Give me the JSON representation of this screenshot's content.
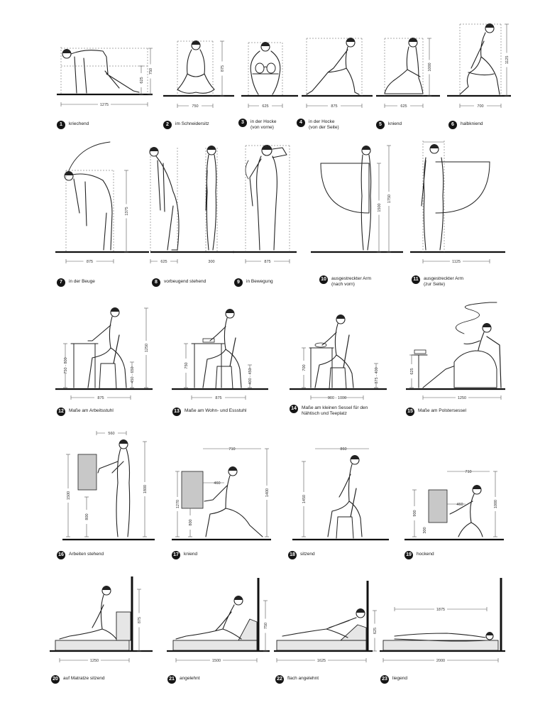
{
  "figures": [
    {
      "num": "1",
      "label": [
        "kriechend"
      ],
      "dims": [
        "1275",
        "625",
        "750"
      ]
    },
    {
      "num": "2",
      "label": [
        "im Schneidersitz"
      ],
      "dims": [
        "750",
        "875"
      ]
    },
    {
      "num": "3",
      "label": [
        "in der Hocke",
        "(von vorne)"
      ],
      "dims": [
        "625"
      ]
    },
    {
      "num": "4",
      "label": [
        "in der Hocke",
        "(von der Seite)"
      ],
      "dims": [
        "875"
      ]
    },
    {
      "num": "5",
      "label": [
        "kniend"
      ],
      "dims": [
        "625",
        "1000"
      ]
    },
    {
      "num": "6",
      "label": [
        "halbkniend"
      ],
      "dims": [
        "700",
        "1125"
      ]
    },
    {
      "num": "7",
      "label": [
        "in der Beuge"
      ],
      "dims": [
        "875",
        "1375"
      ]
    },
    {
      "num": "8",
      "label": [
        "vorbeugend   stehend"
      ],
      "dims": [
        "625",
        "300"
      ]
    },
    {
      "num": "9",
      "label": [
        "in Bewegung"
      ],
      "dims": [
        "875"
      ]
    },
    {
      "num": "10",
      "label": [
        "ausgestreckter Arm",
        "(nach vorn)"
      ],
      "dims": [
        "1500",
        "1750"
      ]
    },
    {
      "num": "11",
      "label": [
        "ausgestreckter Arm",
        "(zur Seite)"
      ],
      "dims": [
        "1125"
      ]
    },
    {
      "num": "12",
      "label": [
        "Maße am Arbeitsstuhl"
      ],
      "dims": [
        "750 - 800",
        "450 - 650",
        "1250",
        "875"
      ]
    },
    {
      "num": "13",
      "label": [
        "Maße am Wohn- und Essstuhl"
      ],
      "dims": [
        "750",
        "400 - 450",
        "875"
      ]
    },
    {
      "num": "14",
      "label": [
        "Maße am kleinen Sessel für den",
        "Nähtisch und Teeplatz"
      ],
      "dims": [
        "700",
        "375 - 400",
        "900 - 1000"
      ]
    },
    {
      "num": "15",
      "label": [
        "Maße am Polstersessel"
      ],
      "dims": [
        "625",
        "1250"
      ]
    },
    {
      "num": "16",
      "label": [
        "Arbeiten stehend"
      ],
      "dims": [
        "560",
        "1500",
        "800",
        "1800"
      ]
    },
    {
      "num": "17",
      "label": [
        "kniend"
      ],
      "dims": [
        "710",
        "460",
        "1270",
        "800",
        "1400"
      ]
    },
    {
      "num": "18",
      "label": [
        "sitzend"
      ],
      "dims": [
        "860",
        "1450"
      ]
    },
    {
      "num": "19",
      "label": [
        "hockend"
      ],
      "dims": [
        "710",
        "460",
        "900",
        "300",
        "1000"
      ]
    },
    {
      "num": "20",
      "label": [
        "auf Matratze sitzend"
      ],
      "dims": [
        "875",
        "1250"
      ]
    },
    {
      "num": "21",
      "label": [
        "angelehnt"
      ],
      "dims": [
        "750",
        "1500"
      ]
    },
    {
      "num": "22",
      "label": [
        "flach angelehnt"
      ],
      "dims": [
        "625",
        "1625"
      ]
    },
    {
      "num": "23",
      "label": [
        "liegend"
      ],
      "dims": [
        "1875",
        "2000"
      ]
    }
  ],
  "colors": {
    "ink": "#1a1a1a",
    "line": "#222222",
    "dim": "#555555",
    "hatch": "#c8c8c8",
    "floor": "#111111"
  }
}
